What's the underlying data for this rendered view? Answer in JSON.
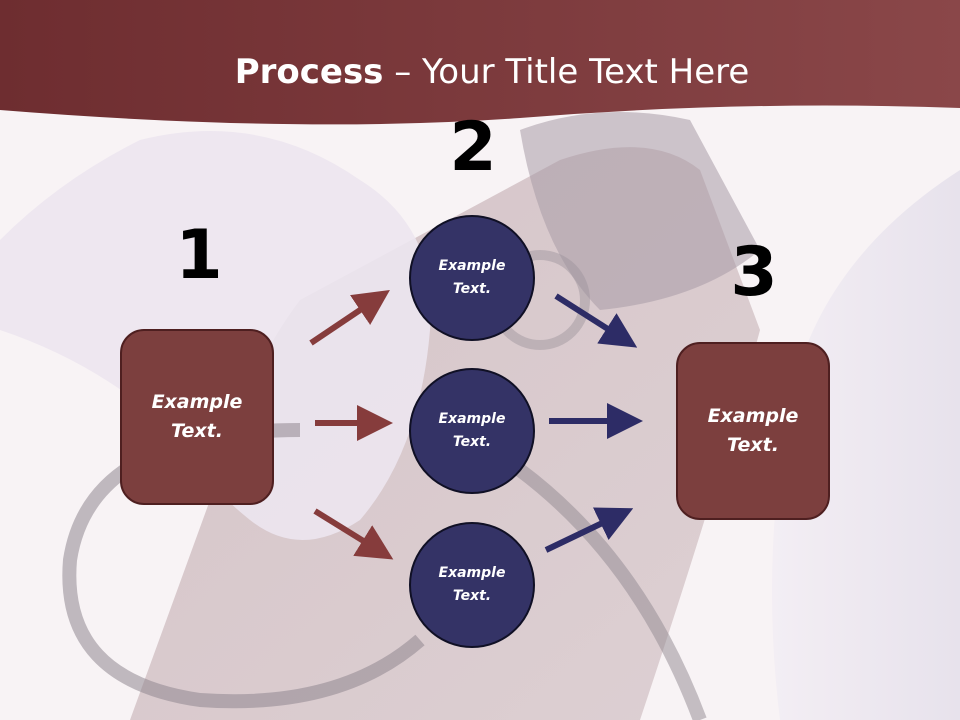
{
  "slide": {
    "title_bold": "Process",
    "title_rest": " – Your Title Text Here",
    "colors": {
      "header": "#7a3436",
      "box_fill": "#7c3f3e",
      "circle_fill": "#343366",
      "arrow_red": "#863c3c",
      "arrow_blue": "#2d2c66"
    }
  },
  "steps": {
    "one": {
      "number": "1",
      "box_text": "Example\nText."
    },
    "two": {
      "number": "2",
      "circles": [
        {
          "text": "Example\nText."
        },
        {
          "text": "Example\nText."
        },
        {
          "text": "Example\nText."
        }
      ]
    },
    "three": {
      "number": "3",
      "box_text": "Example\nText."
    }
  }
}
